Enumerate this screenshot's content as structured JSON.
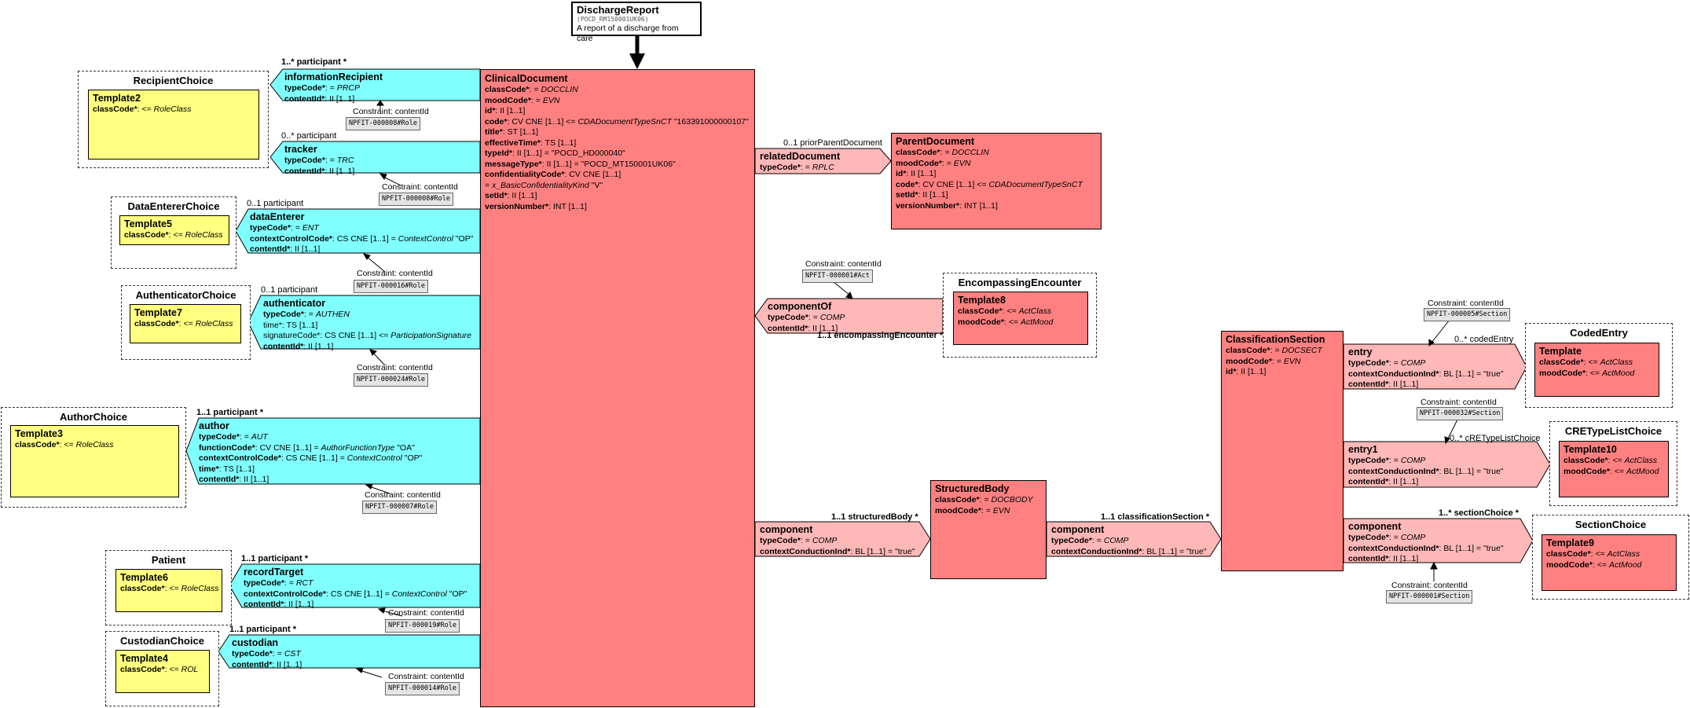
{
  "discharge_report": {
    "title": "DischargeReport",
    "code": "(POCD_RM150001UK06)",
    "description": "A report of a discharge from care"
  },
  "clinical_document": {
    "title": "ClinicalDocument",
    "rows": [
      {
        "k": "classCode*",
        "v": ": = ",
        "t": "DOCCLIN"
      },
      {
        "k": "moodCode*",
        "v": ": = ",
        "t": "EVN"
      },
      {
        "k": "id*",
        "v": ": II [1..1]",
        "t": ""
      },
      {
        "k": "code*",
        "v": ": CV CNE [1..1] <= ",
        "t": "CDADocumentTypeSnCT",
        "x": " \"163391000000107\""
      },
      {
        "k": "title*",
        "v": ": ST [1..1]",
        "t": ""
      },
      {
        "k": "effectiveTime*",
        "v": ": TS [1..1]",
        "t": ""
      },
      {
        "k": "typeId*",
        "v": ": II [1..1] = \"POCD_HD000040\"",
        "t": ""
      },
      {
        "k": "messageType*",
        "v": ": II [1..1] = \"POCD_MT150001UK06\"",
        "t": ""
      },
      {
        "k": "confidentialityCode*",
        "v": ": CV CNE [1..1]",
        "t": ""
      },
      {
        "k": "",
        "v": " = ",
        "t": "x_BasicConfidentialityKind",
        "x": " \"V\""
      },
      {
        "k": "setId*",
        "v": ": II [1..1]",
        "t": ""
      },
      {
        "k": "versionNumber*",
        "v": ": INT [1..1]",
        "t": ""
      }
    ]
  },
  "left": {
    "information_recipient": {
      "mult": "1..* participant  *",
      "title": "informationRecipient",
      "rows": [
        {
          "k": "typeCode*",
          "v": ": = ",
          "t": "PRCP"
        },
        {
          "k": "contentId*",
          "v": ": II [1..1]",
          "t": ""
        }
      ],
      "constraint_label": "Constraint: contentId",
      "constraint_tag": "NPFIT-000008#Role",
      "choice": "RecipientChoice",
      "template": "Template2",
      "template_row": {
        "k": "classCode*",
        "v": ": <= ",
        "t": "RoleClass"
      }
    },
    "tracker": {
      "mult": "0..* participant",
      "title": "tracker",
      "rows": [
        {
          "k": "typeCode*",
          "v": ": = ",
          "t": "TRC"
        },
        {
          "k": "contentId*",
          "v": ": II [1..1]",
          "t": ""
        }
      ],
      "constraint_label": "Constraint: contentId",
      "constraint_tag": "NPFIT-000008#Role"
    },
    "data_enterer": {
      "mult": "0..1 participant",
      "title": "dataEnterer",
      "rows": [
        {
          "k": "typeCode*",
          "v": ": = ",
          "t": "ENT"
        },
        {
          "k": "contextControlCode*",
          "v": ": CS CNE [1..1] = ",
          "t": "ContextControl",
          "x": " \"OP\""
        },
        {
          "k": "contentId*",
          "v": ": II [1..1]",
          "t": ""
        }
      ],
      "constraint_label": "Constraint: contentId",
      "constraint_tag": "NPFIT-000016#Role",
      "choice": "DataEntererChoice",
      "template": "Template5",
      "template_row": {
        "k": "classCode*",
        "v": ": <= ",
        "t": "RoleClass"
      }
    },
    "authenticator": {
      "mult": "0..1 participant",
      "title": "authenticator",
      "rows": [
        {
          "k": "typeCode*",
          "v": ": = ",
          "t": "AUTHEN"
        },
        {
          "k": "",
          "v": "time*: TS [1..1]",
          "t": ""
        },
        {
          "k": "",
          "v": "signatureCode*: CS CNE [1..1] <= ",
          "t": "ParticipationSignature"
        },
        {
          "k": "contentId*",
          "v": ": II [1..1]",
          "t": ""
        }
      ],
      "constraint_label": "Constraint: contentId",
      "constraint_tag": "NPFIT-000024#Role",
      "choice": "AuthenticatorChoice",
      "template": "Template7",
      "template_row": {
        "k": "classCode*",
        "v": ": <= ",
        "t": "RoleClass"
      }
    },
    "author": {
      "mult": "1..1 participant  *",
      "title": "author",
      "rows": [
        {
          "k": "typeCode*",
          "v": ": = ",
          "t": "AUT"
        },
        {
          "k": "functionCode*",
          "v": ": CV CNE [1..1] = ",
          "t": "AuthorFunctionType",
          "x": " \"OA\""
        },
        {
          "k": "contextControlCode*",
          "v": ": CS CNE [1..1] = ",
          "t": "ContextControl",
          "x": " \"OP\""
        },
        {
          "k": "time*",
          "v": ": TS [1..1]",
          "t": ""
        },
        {
          "k": "contentId*",
          "v": ": II [1..1]",
          "t": ""
        }
      ],
      "constraint_label": "Constraint: contentId",
      "constraint_tag": "NPFIT-000007#Role",
      "choice": "AuthorChoice",
      "template": "Template3",
      "template_row": {
        "k": "classCode*",
        "v": ": <= ",
        "t": "RoleClass"
      }
    },
    "record_target": {
      "mult": "1..1 participant  *",
      "title": "recordTarget",
      "rows": [
        {
          "k": "typeCode*",
          "v": ": = ",
          "t": "RCT"
        },
        {
          "k": "contextControlCode*",
          "v": ": CS CNE [1..1] = ",
          "t": "ContextControl",
          "x": " \"OP\""
        },
        {
          "k": "contentId*",
          "v": ": II [1..1]",
          "t": ""
        }
      ],
      "constraint_label": "Constraint: contentId",
      "constraint_tag": "NPFIT-000019#Role",
      "choice": "Patient",
      "template": "Template6",
      "template_row": {
        "k": "classCode*",
        "v": ": <= ",
        "t": "RoleClass"
      }
    },
    "custodian": {
      "mult": "1..1 participant  *",
      "title": "custodian",
      "rows": [
        {
          "k": "typeCode*",
          "v": ": = ",
          "t": "CST"
        },
        {
          "k": "contentId*",
          "v": ": II [1..1]",
          "t": ""
        }
      ],
      "constraint_label": "Constraint: contentId",
      "constraint_tag": "NPFIT-000014#Role",
      "choice": "CustodianChoice",
      "template": "Template4",
      "template_row": {
        "k": "classCode*",
        "v": ": <= ",
        "t": "ROL"
      }
    }
  },
  "related_document": {
    "mult": "0..1 priorParentDocument",
    "title": "relatedDocument",
    "rows": [
      {
        "k": "typeCode*",
        "v": ": = ",
        "t": "RPLC"
      }
    ]
  },
  "parent_document": {
    "title": "ParentDocument",
    "rows": [
      {
        "k": "classCode*",
        "v": ": = ",
        "t": "DOCCLIN"
      },
      {
        "k": "moodCode*",
        "v": ": = ",
        "t": "EVN"
      },
      {
        "k": "id*",
        "v": ": II [1..1]",
        "t": ""
      },
      {
        "k": "code*",
        "v": ": CV CNE [1..1] <= ",
        "t": "CDADocumentTypeSnCT"
      },
      {
        "k": "setId*",
        "v": ": II [1..1]",
        "t": ""
      },
      {
        "k": "versionNumber*",
        "v": ": INT [1..1]",
        "t": ""
      }
    ]
  },
  "component_of": {
    "constraint_label": "Constraint: contentId",
    "constraint_tag": "NPFIT-000001#Act",
    "title": "componentOf",
    "rows": [
      {
        "k": "typeCode*",
        "v": ": = ",
        "t": "COMP"
      },
      {
        "k": "contentId*",
        "v": ": II [1..1]",
        "t": ""
      }
    ],
    "mult": "1..1 encompassingEncounter  *",
    "choice": "EncompassingEncounter",
    "template": "Template8",
    "template_rows": [
      {
        "k": "classCode*",
        "v": ": <= ",
        "t": "ActClass"
      },
      {
        "k": "moodCode*",
        "v": ": <= ",
        "t": "ActMood"
      }
    ]
  },
  "component_body": {
    "mult": "1..1 structuredBody  *",
    "title": "component",
    "rows": [
      {
        "k": "typeCode*",
        "v": ": = ",
        "t": "COMP"
      },
      {
        "k": "contextConductionInd*",
        "v": ": BL [1..1] = \"true\"",
        "t": ""
      }
    ]
  },
  "structured_body": {
    "title": "StructuredBody",
    "rows": [
      {
        "k": "classCode*",
        "v": ": = ",
        "t": "DOCBODY"
      },
      {
        "k": "moodCode*",
        "v": ": = ",
        "t": "EVN"
      }
    ]
  },
  "component_section": {
    "mult": "1..1 classificationSection  *",
    "title": "component",
    "rows": [
      {
        "k": "typeCode*",
        "v": ": = ",
        "t": "COMP"
      },
      {
        "k": "contextConductionInd*",
        "v": ": BL [1..1] = \"true\"",
        "t": ""
      }
    ]
  },
  "classification_section": {
    "title": "ClassificationSection",
    "rows": [
      {
        "k": "classCode*",
        "v": ": = ",
        "t": "DOCSECT"
      },
      {
        "k": "moodCode*",
        "v": ": = ",
        "t": "EVN"
      },
      {
        "k": "id*",
        "v": ": II [1..1]",
        "t": ""
      }
    ]
  },
  "entry": {
    "constraint_label": "Constraint: contentId",
    "constraint_tag": "NPFIT-000005#Section",
    "mult": "0..* codedEntry",
    "title": "entry",
    "rows": [
      {
        "k": "typeCode*",
        "v": ": = ",
        "t": "COMP"
      },
      {
        "k": "contextConductionInd*",
        "v": ": BL [1..1] = \"true\"",
        "t": ""
      },
      {
        "k": "contentId*",
        "v": ": II [1..1]",
        "t": ""
      }
    ],
    "choice": "CodedEntry",
    "template": "Template",
    "template_rows": [
      {
        "k": "classCode*",
        "v": ": <= ",
        "t": "ActClass"
      },
      {
        "k": "moodCode*",
        "v": ": <= ",
        "t": "ActMood"
      }
    ]
  },
  "entry1": {
    "constraint_label": "Constraint: contentId",
    "constraint_tag": "NPFIT-000032#Section",
    "mult": "0..* cRETypeListChoice",
    "title": "entry1",
    "rows": [
      {
        "k": "typeCode*",
        "v": ": = ",
        "t": "COMP"
      },
      {
        "k": "contextConductionInd*",
        "v": ": BL [1..1] = \"true\"",
        "t": ""
      },
      {
        "k": "contentId*",
        "v": ": II [1..1]",
        "t": ""
      }
    ],
    "choice": "CRETypeListChoice",
    "template": "Template10",
    "template_rows": [
      {
        "k": "classCode*",
        "v": ": <= ",
        "t": "ActClass"
      },
      {
        "k": "moodCode*",
        "v": ": <= ",
        "t": "ActMood"
      }
    ]
  },
  "component_sub": {
    "mult": "1..* sectionChoice  *",
    "title": "component",
    "rows": [
      {
        "k": "typeCode*",
        "v": ": = ",
        "t": "COMP"
      },
      {
        "k": "contextConductionInd*",
        "v": ": BL [1..1] = \"true\"",
        "t": ""
      },
      {
        "k": "contentId*",
        "v": ": II [1..1]",
        "t": ""
      }
    ],
    "constraint_label": "Constraint: contentId",
    "constraint_tag": "NPFIT-000001#Section",
    "choice": "SectionChoice",
    "template": "Template9",
    "template_rows": [
      {
        "k": "classCode*",
        "v": ": <= ",
        "t": "ActClass"
      },
      {
        "k": "moodCode*",
        "v": ": <= ",
        "t": "ActMood"
      }
    ]
  },
  "colors": {
    "act": "#ff8080",
    "act_relationship": "#ffb8b8",
    "participation": "#80ffff",
    "role": "#ffff80"
  }
}
